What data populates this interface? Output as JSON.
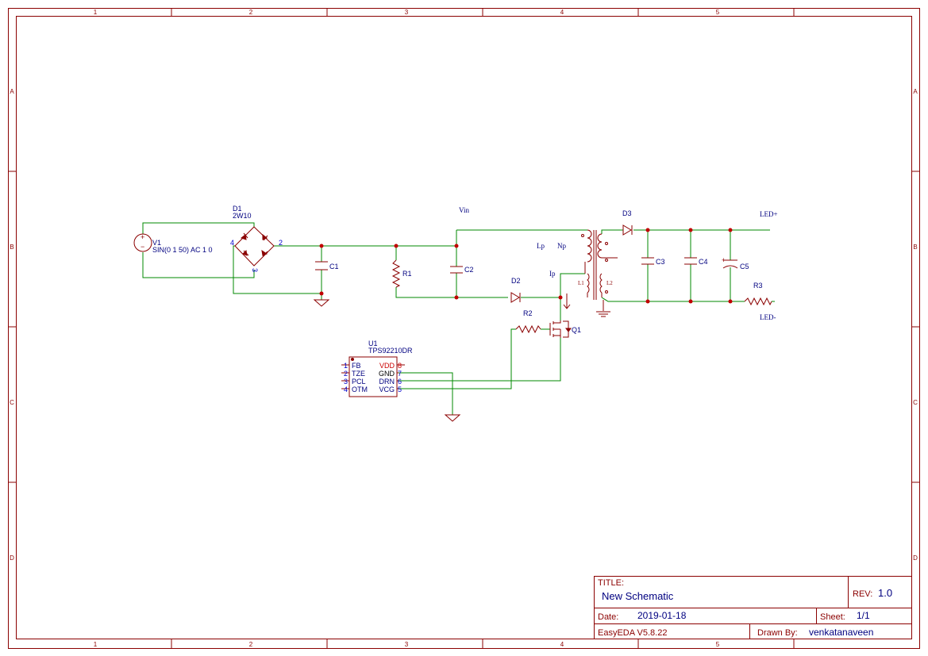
{
  "frame": {
    "columns": [
      "1",
      "2",
      "3",
      "4",
      "5"
    ],
    "rows": [
      "A",
      "B",
      "C",
      "D"
    ]
  },
  "components": {
    "v1": {
      "ref": "V1",
      "value": "SIN(0 1 50) AC 1 0"
    },
    "d1": {
      "ref": "D1",
      "value": "2W10",
      "pin2": "2",
      "pin3": "3",
      "pin4": "4"
    },
    "c1": {
      "ref": "C1"
    },
    "r1": {
      "ref": "R1"
    },
    "c2": {
      "ref": "C2"
    },
    "d2": {
      "ref": "D2"
    },
    "r2": {
      "ref": "R2"
    },
    "q1": {
      "ref": "Q1"
    },
    "d3": {
      "ref": "D3"
    },
    "c3": {
      "ref": "C3"
    },
    "c4": {
      "ref": "C4"
    },
    "c5": {
      "ref": "C5",
      "polarity": "+"
    },
    "r3": {
      "ref": "R3"
    },
    "t1": {
      "lp": "Lp",
      "np": "Np",
      "ip": "Ip",
      "l1": "L1",
      "l2": "L2"
    },
    "u1": {
      "ref": "U1",
      "value": "TPS92210DR",
      "left_pins": [
        {
          "num": "1",
          "name": "FB"
        },
        {
          "num": "2",
          "name": "TZE"
        },
        {
          "num": "3",
          "name": "PCL"
        },
        {
          "num": "4",
          "name": "OTM"
        }
      ],
      "right_pins": [
        {
          "num": "8",
          "name": "VDD"
        },
        {
          "num": "7",
          "name": "GND"
        },
        {
          "num": "6",
          "name": "DRN"
        },
        {
          "num": "5",
          "name": "VCG"
        }
      ]
    }
  },
  "nets": {
    "vin": "Vin",
    "led_plus": "LED+",
    "led_minus": "LED-"
  },
  "title_block": {
    "title_label": "TITLE:",
    "title": "New Schematic",
    "rev_label": "REV:",
    "rev": "1.0",
    "date_label": "Date:",
    "date": "2019-01-18",
    "sheet_label": "Sheet:",
    "sheet": "1/1",
    "software": "EasyEDA V5.8.22",
    "drawn_label": "Drawn By:",
    "drawn_by": "venkatanaveen"
  },
  "colors": {
    "frame": "#8b0000",
    "wire": "#008800",
    "text": "#000080",
    "junction": "#c00000"
  }
}
